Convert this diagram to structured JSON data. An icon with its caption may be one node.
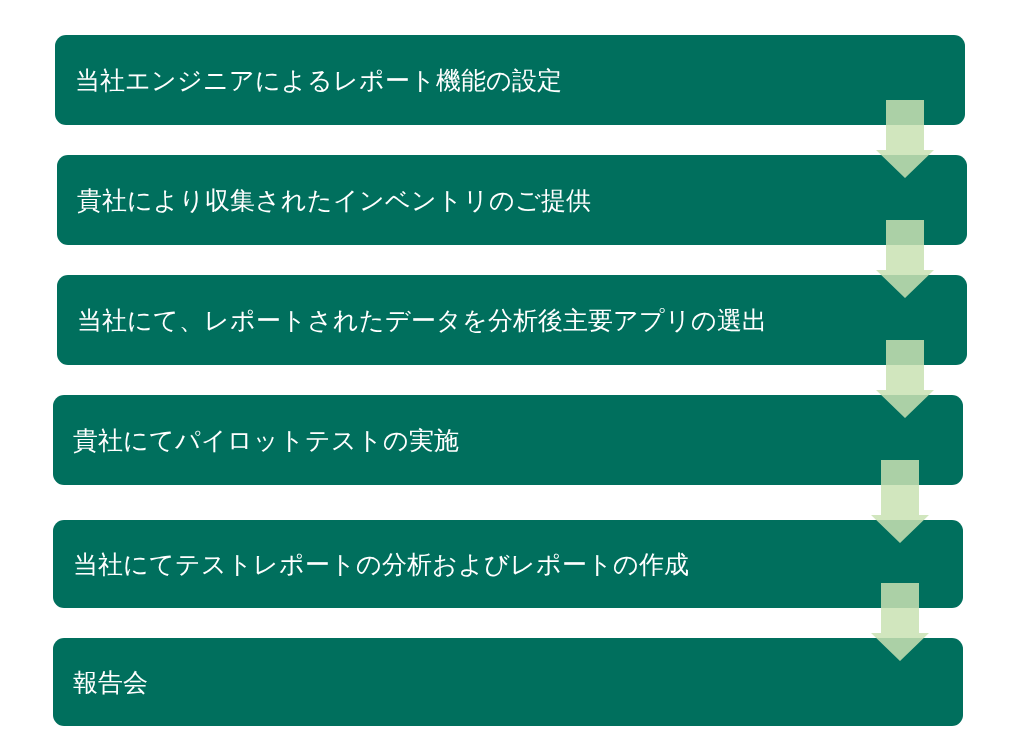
{
  "diagram": {
    "nodes": [
      {
        "text": [
          "当社エンジニアによるレポート機能の設定"
        ]
      },
      {
        "text": [
          "貴社により収集されたインベントリのご提供"
        ]
      },
      {
        "text": [
          "当社にて、レポートされたデータを分析後主要アプリの選出"
        ]
      },
      {
        "text": [
          "貴社にてパイロットテストの実施"
        ]
      },
      {
        "text": [
          "当社にてテストレポートの分析およびレポートの作成"
        ]
      },
      {
        "text": [
          "報告会"
        ]
      }
    ],
    "edges": [
      {
        "from": 0,
        "to": 1,
        "arrow": "to"
      },
      {
        "from": 1,
        "to": 2,
        "arrow": "to"
      },
      {
        "from": 2,
        "to": 3,
        "arrow": "to"
      },
      {
        "from": 3,
        "to": 4,
        "arrow": "to"
      },
      {
        "from": 4,
        "to": 5,
        "arrow": "to"
      }
    ]
  }
}
